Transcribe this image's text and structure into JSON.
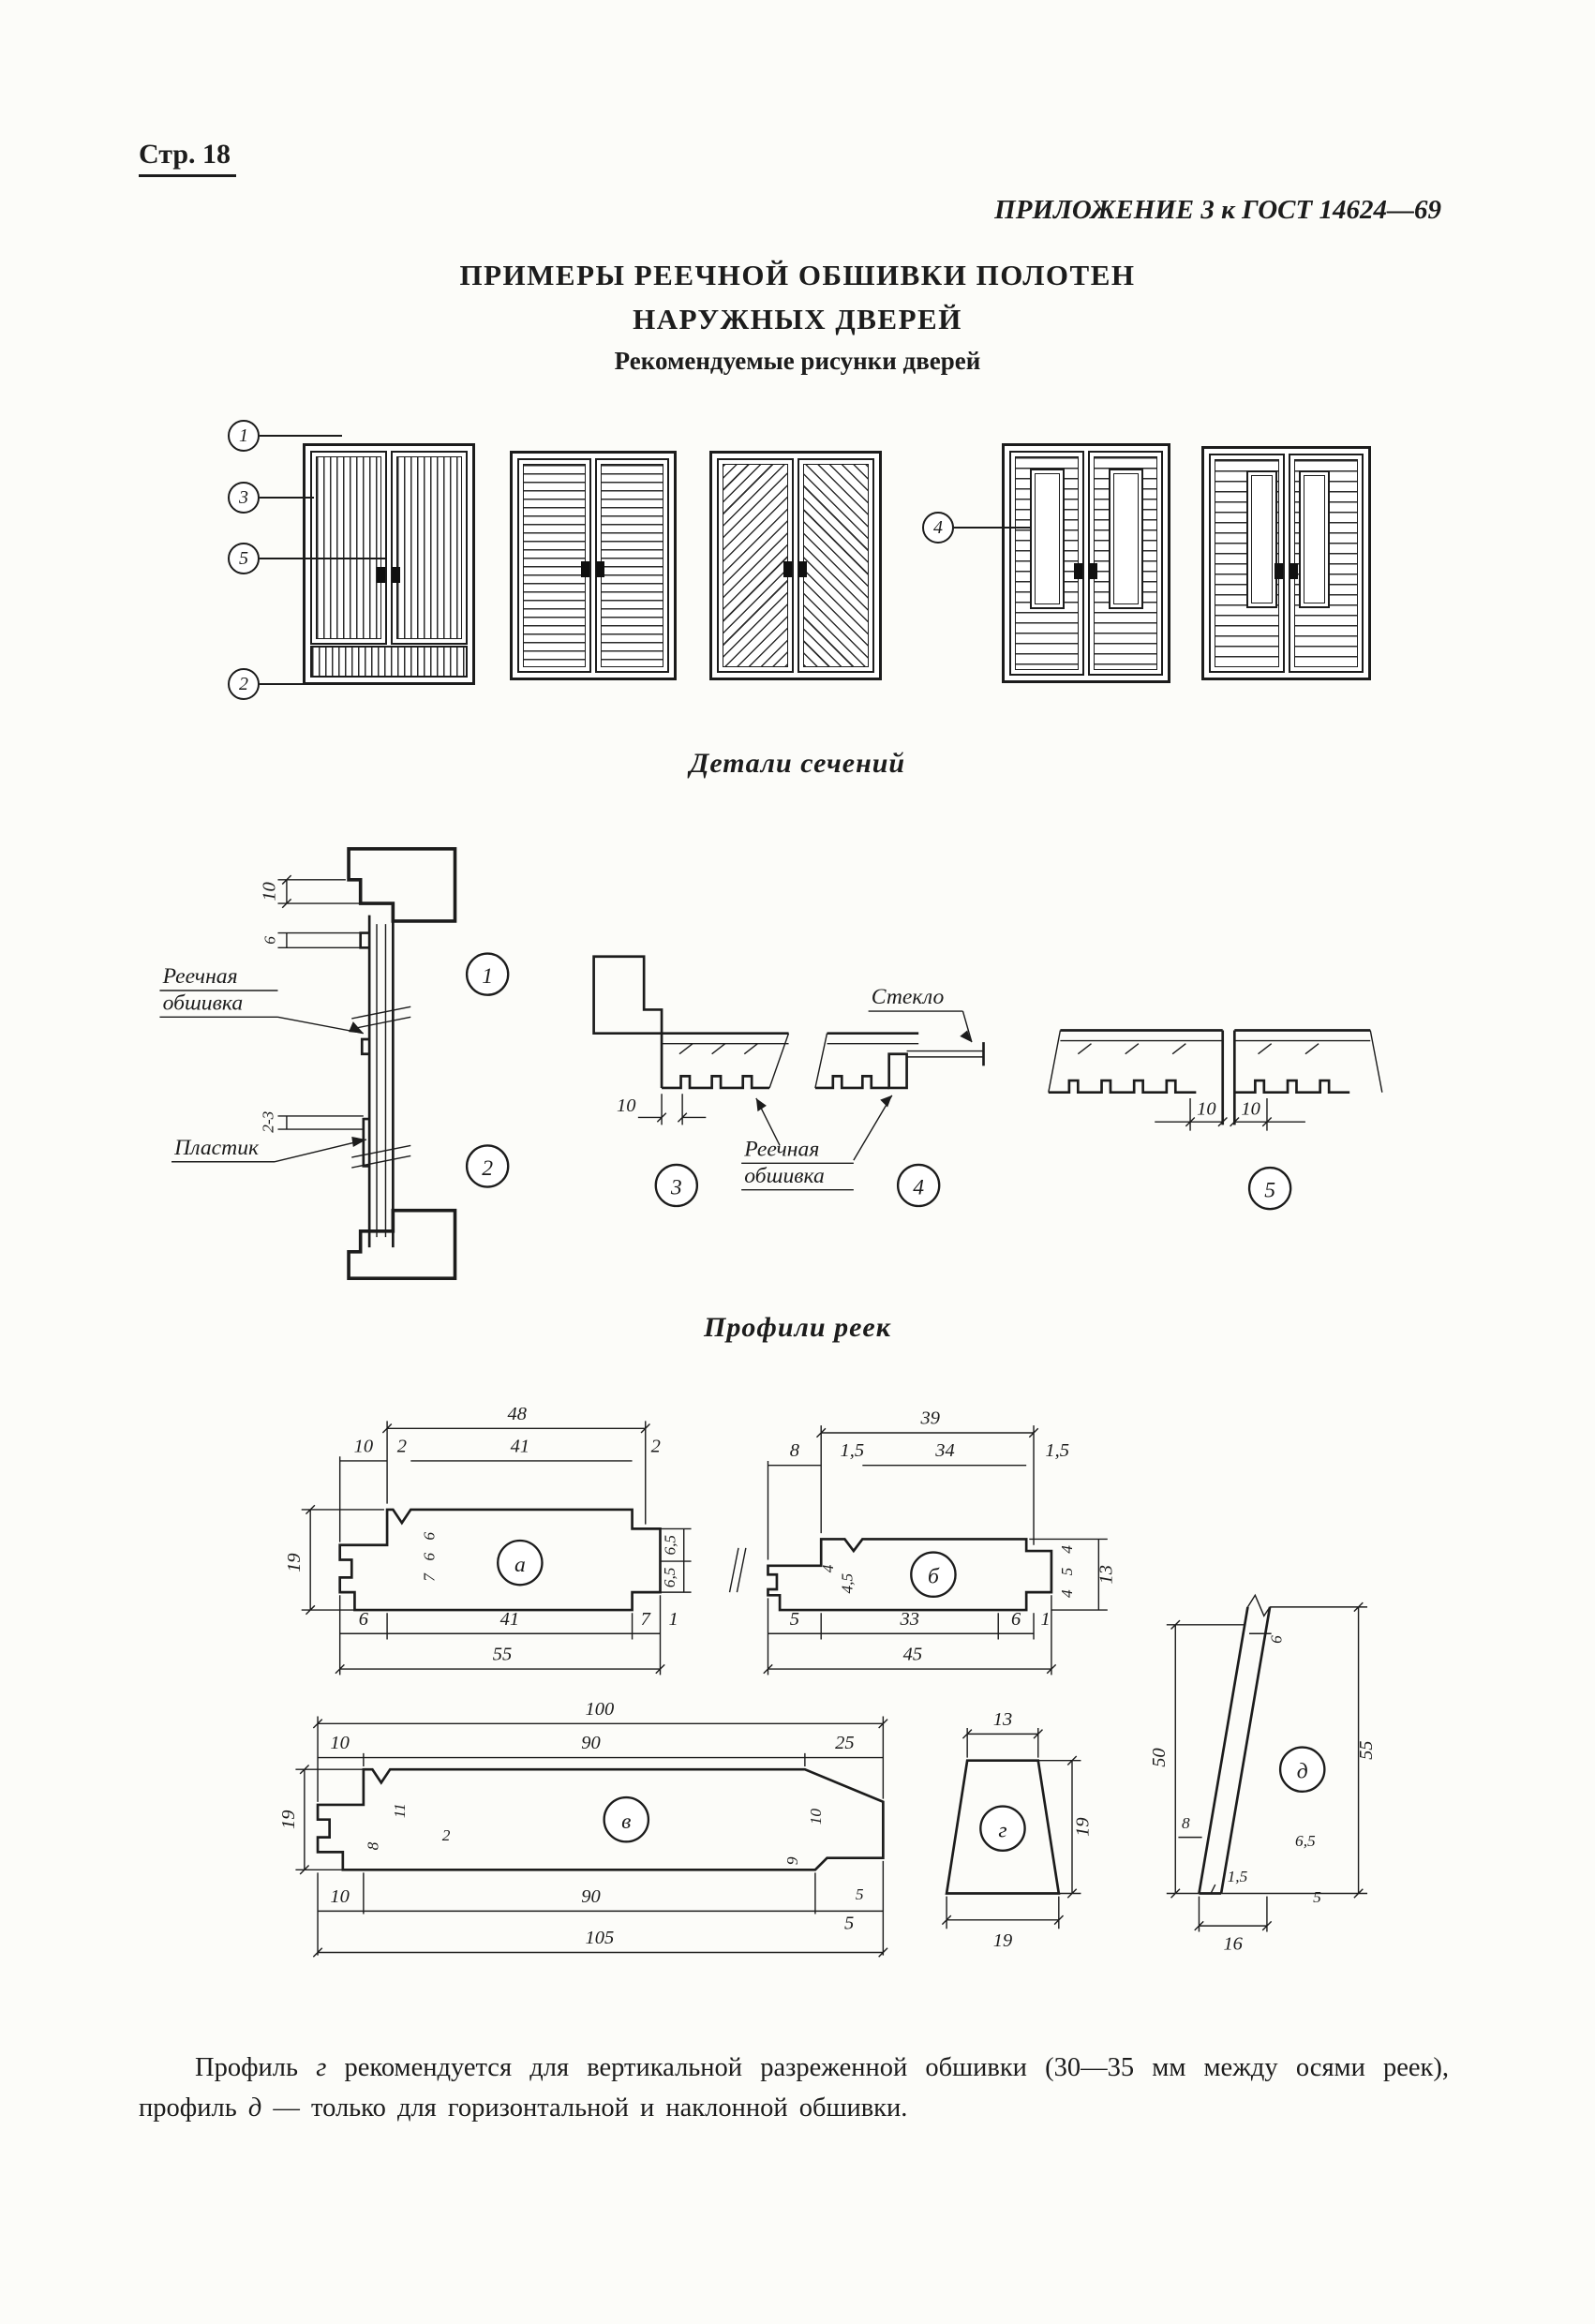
{
  "header": {
    "page_number": "Стр. 18",
    "appendix": "ПРИЛОЖЕНИЕ 3 к ГОСТ 14624—69",
    "title_line1": "ПРИМЕРЫ РЕЕЧНОЙ ОБШИВКИ ПОЛОТЕН",
    "title_line2": "НАРУЖНЫХ ДВЕРЕЙ",
    "subtitle": "Рекомендуемые рисунки дверей"
  },
  "doors": {
    "ref1": "1",
    "ref3": "3",
    "ref5": "5",
    "ref2": "2",
    "ref4": "4"
  },
  "details": {
    "heading": "Детали сечений",
    "d12": {
      "dim_10": "10",
      "dim_6": "6",
      "dim_2_3": "2-3",
      "label_line1": "Реечная",
      "label_line2": "обшивка",
      "label_plastic": "Пластик",
      "ref1": "1",
      "ref2": "2"
    },
    "d3": {
      "dim_10": "10",
      "ref": "3"
    },
    "d4": {
      "label_glass": "Стекло",
      "label_line1": "Реечная",
      "label_line2": "обшивка",
      "ref": "4"
    },
    "d5": {
      "dim_10a": "10",
      "dim_10b": "10",
      "ref": "5"
    }
  },
  "profiles": {
    "heading": "Профили реек",
    "a": {
      "label": "а",
      "top_48": "48",
      "top_10": "10",
      "top_2a": "2",
      "top_41": "41",
      "top_2b": "2",
      "left_19": "19",
      "m6a": "6",
      "m6b": "6",
      "m7": "7",
      "r65a": "6,5",
      "r65b": "6,5",
      "bot_6": "6",
      "bot_41": "41",
      "bot_7": "7",
      "bot_1": "1",
      "bot_55": "55"
    },
    "b": {
      "label": "б",
      "top_39": "39",
      "top_8": "8",
      "top_15a": "1,5",
      "top_34": "34",
      "top_15b": "1,5",
      "m4": "4",
      "m45": "4,5",
      "r4a": "4",
      "r5": "5",
      "r4b": "4",
      "r13": "13",
      "bot_5": "5",
      "bot_33": "33",
      "bot_6": "6",
      "bot_1": "1",
      "bot_45": "45"
    },
    "v": {
      "label": "в",
      "top_100": "100",
      "top_10": "10",
      "top_90": "90",
      "top_25": "25",
      "left_19": "19",
      "m11": "11",
      "m8": "8",
      "m2": "2",
      "r10": "10",
      "r9": "9",
      "r5": "5",
      "bot_10": "10",
      "bot_90": "90",
      "bot_5": "5",
      "bot_105": "105"
    },
    "g": {
      "label": "г",
      "top_13": "13",
      "right_19": "19",
      "bot_19": "19"
    },
    "d": {
      "label": "д",
      "left_50": "50",
      "right_55": "55",
      "t6": "6",
      "m8": "8",
      "m65": "6,5",
      "m15": "1,5",
      "m5": "5",
      "bot_16": "16"
    }
  },
  "footnote": {
    "part1": "Профиль",
    "italic_g": "г",
    "part2": "рекомендуется для вертикальной разреженной обшивки (30—35 мм между осями реек), профиль",
    "italic_d": "д",
    "part3": "— только для горизонтальной и наклонной обшивки."
  }
}
